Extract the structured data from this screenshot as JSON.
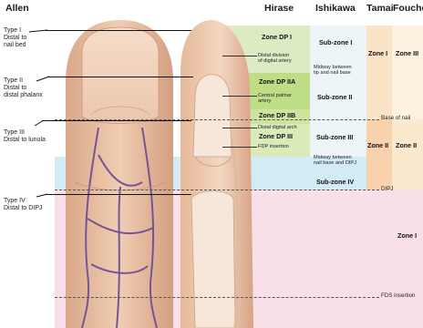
{
  "headers": {
    "allen": "Allen",
    "hirase": "Hirase",
    "ishikawa": "Ishikawa",
    "tamai": "Tamai",
    "fouche": "Fouche"
  },
  "allen": {
    "type1": {
      "title": "Type I",
      "desc1": "Distal to",
      "desc2": "nail bed"
    },
    "type2": {
      "title": "Type II",
      "desc1": "Distal to",
      "desc2": "distal phalanx"
    },
    "type3": {
      "title": "Type III",
      "desc1": "Distal to lunula"
    },
    "type4": {
      "title": "Type IV",
      "desc1": "Distal to DIPJ"
    }
  },
  "hirase": {
    "zones": [
      "Zone DP I",
      "Zone DP IIA",
      "Zone DP IIB",
      "Zone DP III"
    ],
    "annotations": {
      "digital_artery_1": "Distal division",
      "digital_artery_2": "of digital artery",
      "palmar_artery_1": "Central palmar",
      "palmar_artery_2": "artery",
      "digital_arch": "Distal digital arch",
      "fdp": "FDP insertion"
    }
  },
  "ishikawa": {
    "subzones": [
      "Sub-zone I",
      "Sub-zone II",
      "Sub-zone III",
      "Sub-zone IV"
    ],
    "annotations": {
      "mid_tip_1": "Midway between",
      "mid_tip_2": "tip and nail base",
      "mid_dipj_1": "Midway between",
      "mid_dipj_2": "nail base and DIPJ"
    }
  },
  "tamai": {
    "zone1": "Zone I",
    "zone2": "Zone II"
  },
  "fouche": {
    "zone3": "Zone III",
    "zone2": "Zone II",
    "zone1": "Zone I"
  },
  "landmarks": {
    "base_of_nail": "Base of nail",
    "dipj": "DIPJ",
    "fds": "FDS insertion"
  },
  "colors": {
    "hirase_zone1": "#dcebc4",
    "hirase_zone2a": "#bfdc86",
    "hirase_zone2b": "#cfe3a0",
    "hirase_zone3": "#d8ebb8",
    "ishikawa_bg": "#e9f3f6",
    "tamai_zone1": "#fbe3c7",
    "tamai_zone2": "#f7d2ad",
    "fouche_zone3": "#fcefd9",
    "fouche_zone2": "#f9e6c8",
    "fouche_zone1": "#f9dde6",
    "dipj_band": "#d5ecf4",
    "skin": "#e9c1a4",
    "vein": "#6a4a96"
  }
}
